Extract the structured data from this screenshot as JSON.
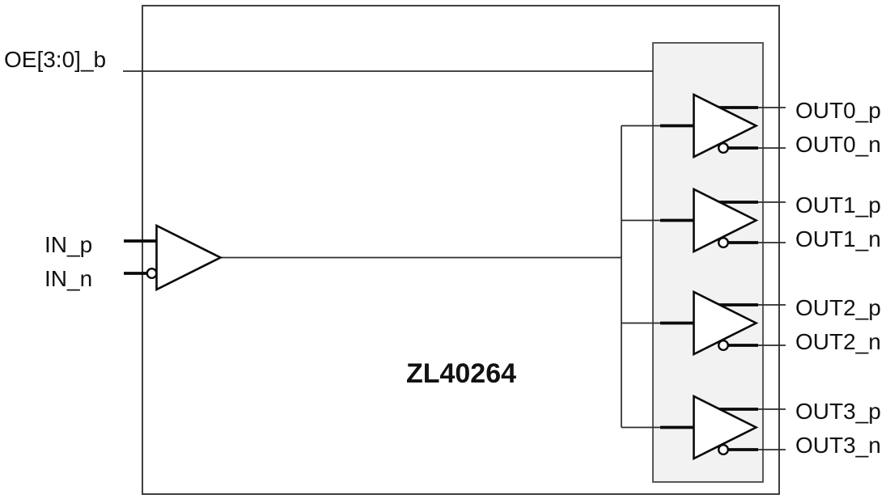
{
  "diagram": {
    "chip_label": "ZL40264",
    "oe_label": "OE[3:0]_b",
    "in_p_label": "IN_p",
    "in_n_label": "IN_n"
  },
  "outputs": [
    {
      "p": "OUT0_p",
      "n": "OUT0_n"
    },
    {
      "p": "OUT1_p",
      "n": "OUT1_n"
    },
    {
      "p": "OUT2_p",
      "n": "OUT2_n"
    },
    {
      "p": "OUT3_p",
      "n": "OUT3_n"
    }
  ],
  "colors": {
    "wire": "#2b2b2b",
    "pin": "#0a0a0a",
    "chip_border": "#3f3f3f",
    "bank_border": "#595959",
    "bank_fill": "#f2f2f2",
    "text": "#111111",
    "background": "#ffffff"
  }
}
